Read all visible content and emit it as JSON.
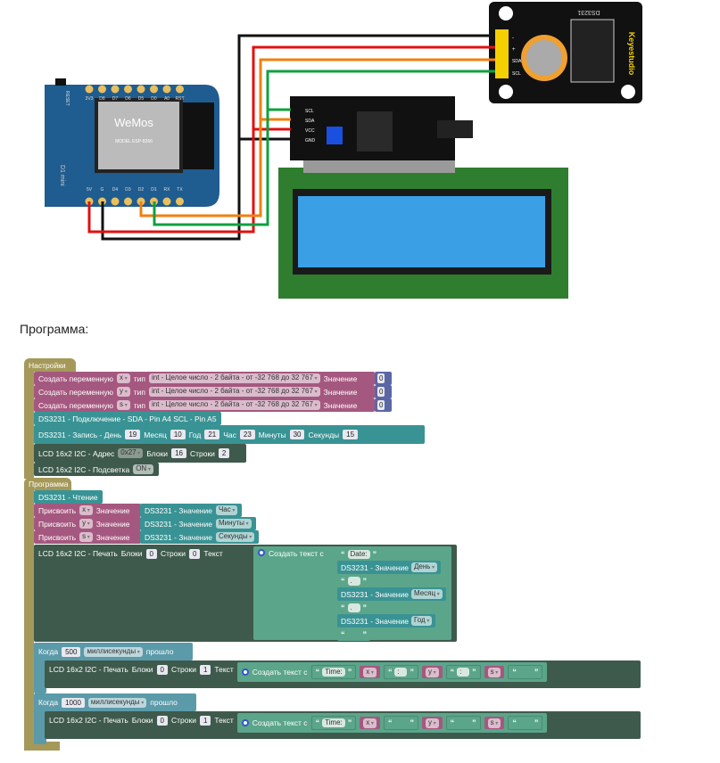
{
  "diagram": {
    "wemos": {
      "pins_top": [
        "3V3",
        "D8",
        "D7",
        "D6",
        "D5",
        "D0",
        "A0",
        "RST"
      ],
      "pins_bottom": [
        "5V",
        "G",
        "D4",
        "D3",
        "D2",
        "D1",
        "RX",
        "TX"
      ],
      "logo": "WeMos",
      "model": "MODEL ESP-8266",
      "side": "D1 mini",
      "reset": "RESET"
    },
    "rtc": {
      "brand": "Keyestudio",
      "chip": "DS3231",
      "pins": [
        "-",
        "+",
        "SDA",
        "SCL"
      ]
    },
    "i2c": {
      "pins": [
        "SCL",
        "SDA",
        "VCC",
        "GND"
      ]
    },
    "wire_colors": {
      "gnd": "#111111",
      "vcc": "#e01010",
      "sda": "#f08010",
      "scl": "#10a040"
    }
  },
  "section_label": "Программа:",
  "setup": {
    "hat": "Настройки",
    "vars": [
      {
        "label": "Создать переменную",
        "name": "x",
        "type_label": "тип",
        "type": "int - Целое число - 2 байта - от -32 768 до 32 767",
        "value_label": "Значение",
        "value": "0"
      },
      {
        "label": "Создать переменную",
        "name": "y",
        "type_label": "тип",
        "type": "int - Целое число - 2 байта - от -32 768 до 32 767",
        "value_label": "Значение",
        "value": "0"
      },
      {
        "label": "Создать переменную",
        "name": "s",
        "type_label": "тип",
        "type": "int - Целое число - 2 байта - от -32 768 до 32 767",
        "value_label": "Значение",
        "value": "0"
      }
    ],
    "connect": "DS3231 - Подключение - SDA - Pin A4 SCL - Pin A5",
    "write": {
      "label": "DS3231 - Запись - День",
      "day": "19",
      "month_label": "Месяц",
      "month": "10",
      "year_label": "Год",
      "year": "21",
      "hour_label": "Час",
      "hour": "23",
      "min_label": "Минуты",
      "min": "30",
      "sec_label": "Секунды",
      "sec": "15"
    },
    "lcd_addr": {
      "label": "LCD 16x2 I2C - Адрес",
      "addr": "0x27",
      "cols_label": "Блоки",
      "cols": "16",
      "rows_label": "Строки",
      "rows": "2"
    },
    "lcd_light": {
      "label": "LCD 16x2 I2C - Подсветка",
      "value": "ON"
    }
  },
  "program": {
    "hat": "Программа",
    "read": "DS3231 - Чтение",
    "assigns": [
      {
        "label": "Присвоить",
        "var": "x",
        "value_label": "Значение",
        "src": "DS3231 - Значение",
        "field": "Час"
      },
      {
        "label": "Присвоить",
        "var": "y",
        "value_label": "Значение",
        "src": "DS3231 - Значение",
        "field": "Минуты"
      },
      {
        "label": "Присвоить",
        "var": "s",
        "value_label": "Значение",
        "src": "DS3231 - Значение",
        "field": "Секунды"
      }
    ],
    "print1": {
      "label": "LCD 16x2 I2C - Печать",
      "cols_label": "Блоки",
      "cols": "0",
      "rows_label": "Строки",
      "rows": "0",
      "text_label": "Текст",
      "create": "Создать текст с",
      "items": {
        "s0": "Date:",
        "v1": "DS3231 - Значение",
        "f1": "День",
        "s1": ".",
        "v2": "DS3231 - Значение",
        "f2": "Месяц",
        "s2": ".",
        "v3": "DS3231 - Значение",
        "f3": "Год",
        "s3": ""
      }
    },
    "timers": [
      {
        "when": "Когда",
        "ms": "500",
        "unit": "миллисекунды",
        "passed": "прошло",
        "print": {
          "label": "LCD 16x2 I2C - Печать",
          "cols_label": "Блоки",
          "cols": "0",
          "rows_label": "Строки",
          "rows": "1",
          "text_label": "Текст",
          "create": "Создать текст с",
          "time": "Time:",
          "x": "x",
          "sep1": ":",
          "y": "y",
          "sep2": ":",
          "s": "s",
          "end": ""
        }
      },
      {
        "when": "Когда",
        "ms": "1000",
        "unit": "миллисекунды",
        "passed": "прошло",
        "print": {
          "label": "LCD 16x2 I2C - Печать",
          "cols_label": "Блоки",
          "cols": "0",
          "rows_label": "Строки",
          "rows": "1",
          "text_label": "Текст",
          "create": "Создать текст с",
          "time": "Time:",
          "x": "x",
          "sep1": "",
          "y": "y",
          "sep2": "",
          "s": "s",
          "end": ""
        }
      }
    ]
  }
}
